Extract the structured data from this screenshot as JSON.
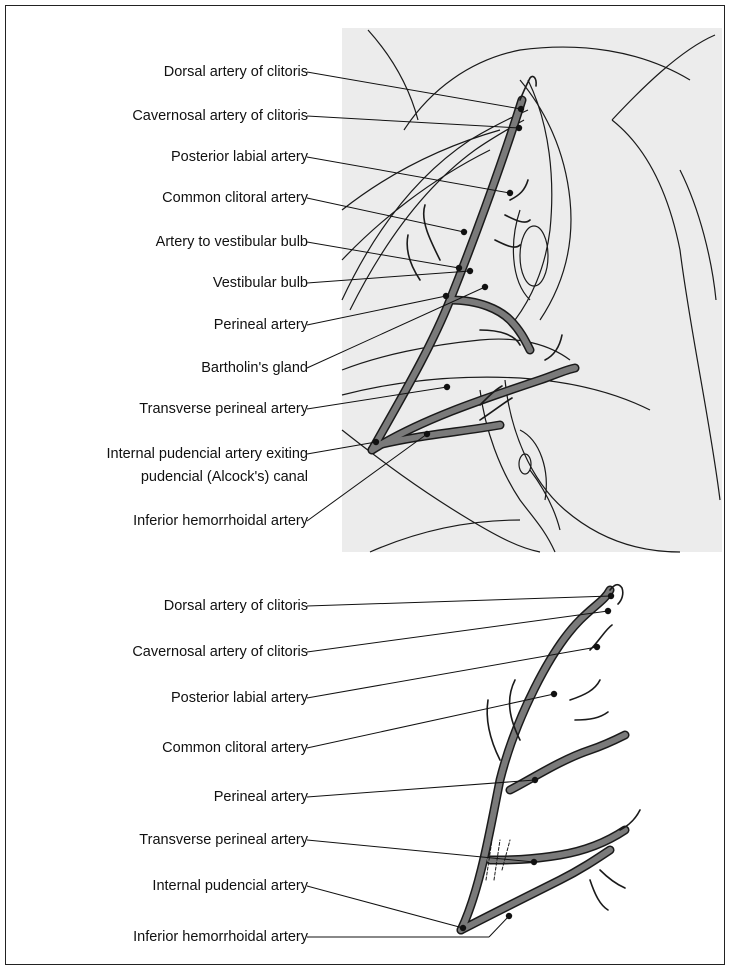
{
  "upper_panel": {
    "labels": [
      "Dorsal artery of clitoris",
      "Cavernosal artery of clitoris",
      "Posterior labial artery",
      "Common clitoral artery",
      "Artery to vestibular bulb",
      "Vestibular bulb",
      "Perineal artery",
      "Bartholin's gland",
      "Transverse perineal artery",
      "Internal pudencial artery exiting",
      "pudencial (Alcock's) canal",
      "Inferior hemorrhoidal artery"
    ]
  },
  "lower_panel": {
    "labels": [
      "Dorsal artery of clitoris",
      "Cavernosal artery of clitoris",
      "Posterior labial artery",
      "Common clitoral artery",
      "Perineal artery",
      "Transverse perineal artery",
      "Internal pudencial artery",
      "Inferior hemorrhoidal artery"
    ]
  },
  "colors": {
    "artery_fill": "#7a7a7a",
    "artery_outline": "#1a1a1a",
    "panel_background": "#ececec",
    "line": "#111111"
  }
}
